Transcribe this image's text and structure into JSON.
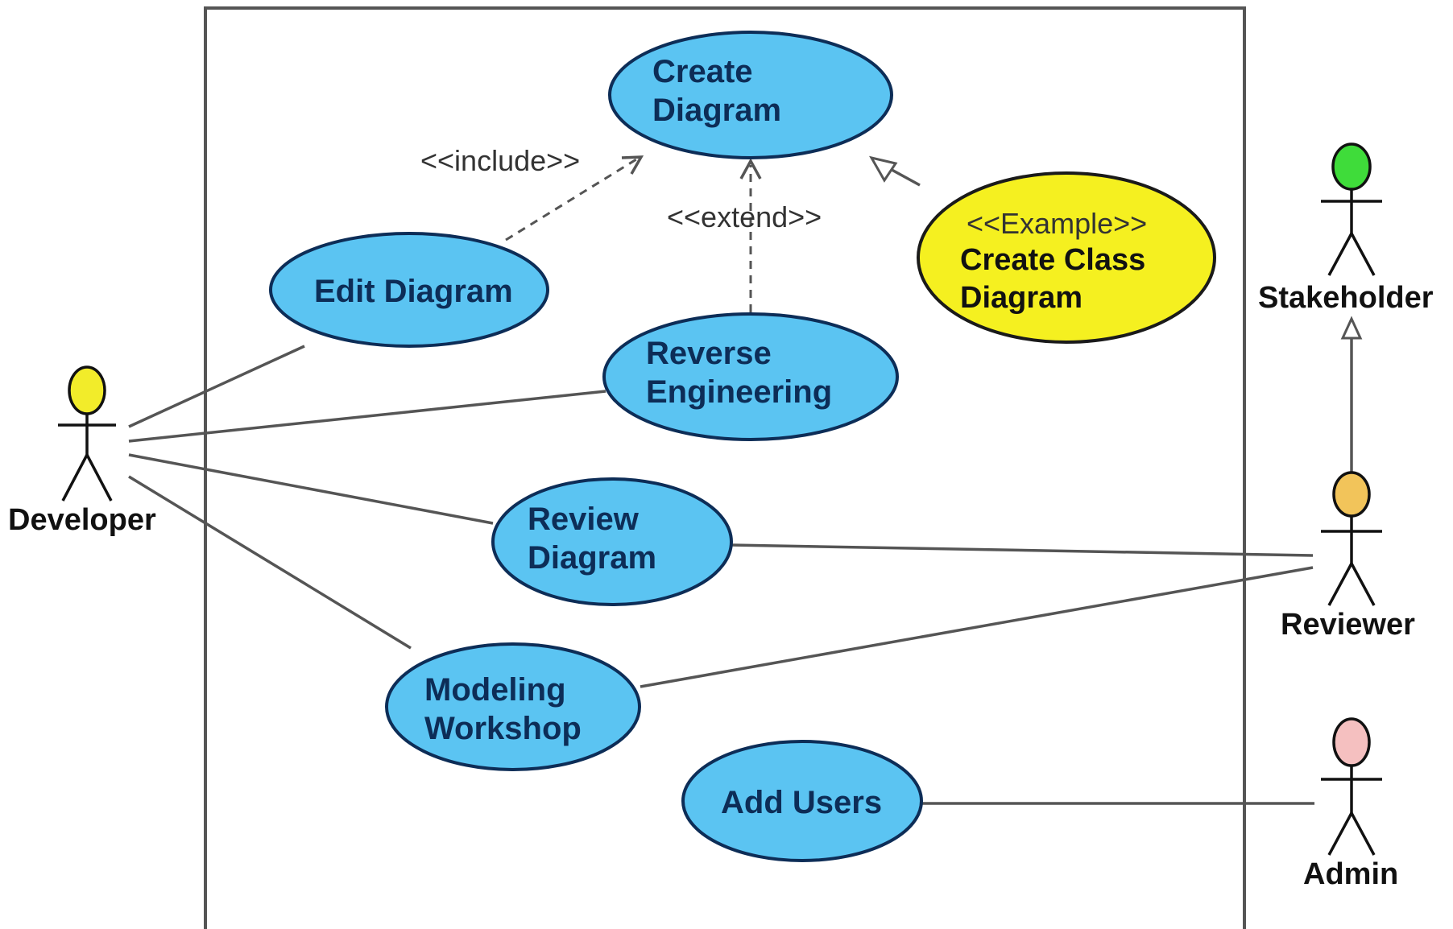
{
  "colors": {
    "use_case_fill": "#5bc4f2",
    "use_case_stroke": "#0d2d57",
    "example_fill": "#f5f020",
    "developer_head": "#f2ec2a",
    "stakeholder_head": "#3fdc3a",
    "reviewer_head": "#f2c45a",
    "admin_head": "#f5c0c0"
  },
  "actors": {
    "developer": "Developer",
    "stakeholder": "Stakeholder",
    "reviewer": "Reviewer",
    "admin": "Admin"
  },
  "use_cases": {
    "create_diagram": [
      "Create",
      "Diagram"
    ],
    "edit_diagram": "Edit Diagram",
    "example_stereotype": "<<Example>>",
    "create_class_diagram": [
      "Create Class",
      "Diagram"
    ],
    "reverse_engineering": [
      "Reverse",
      "Engineering"
    ],
    "review_diagram": [
      "Review",
      "Diagram"
    ],
    "modeling_workshop": [
      "Modeling",
      "Workshop"
    ],
    "add_users": "Add Users"
  },
  "relationships": {
    "include": "<<include>>",
    "extend": "<<extend>>"
  }
}
